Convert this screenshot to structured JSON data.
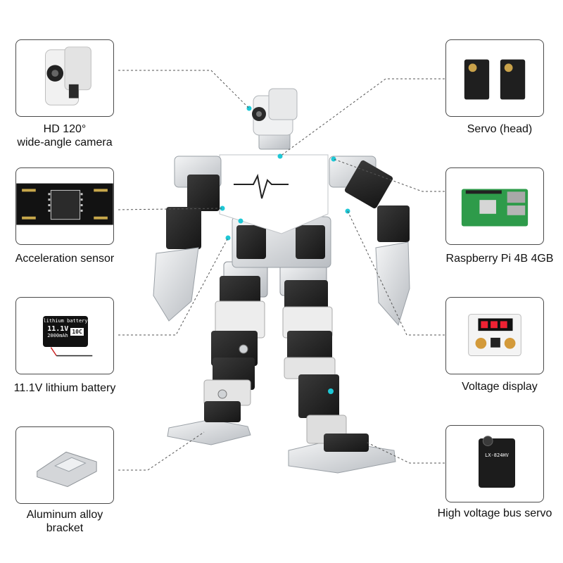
{
  "components": {
    "camera": {
      "line1": "HD 120°",
      "line2": "wide-angle camera"
    },
    "servo_head": {
      "label": "Servo (head)"
    },
    "accel": {
      "label": "Acceleration sensor"
    },
    "raspberry": {
      "label": "Raspberry Pi 4B 4GB"
    },
    "battery": {
      "label": "11.1V lithium battery",
      "pack_title": "lithium battery",
      "pack_voltage": "11.1V",
      "pack_capacity": "2000mAh",
      "pack_rating": "10C"
    },
    "voltage": {
      "label": "Voltage display"
    },
    "bracket": {
      "line1": "Aluminum alloy",
      "line2": "bracket"
    },
    "bus_servo": {
      "label": "High voltage bus servo",
      "model": "LX-824HV"
    }
  },
  "colors": {
    "accent_dot": "#1ec8d6",
    "leader_line": "#555555",
    "box_border": "#4a4a4a",
    "servo_black": "#262626",
    "aluminum": "#cfd2d6"
  }
}
